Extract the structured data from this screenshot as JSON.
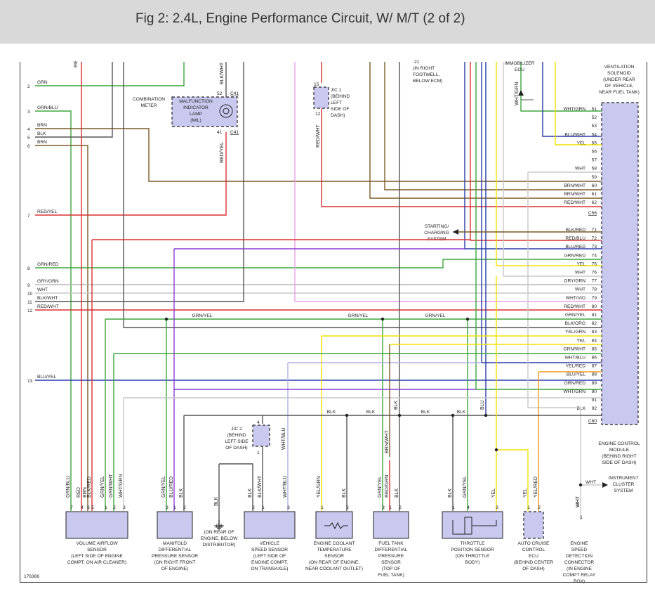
{
  "title": "Fig 2: 2.4L, Engine Performance Circuit, W/ M/T (2 of 2)",
  "figure_number": "176366",
  "colors": {
    "GRN": "#3da63d",
    "BLU": "#2b3ba8",
    "RED": "#d93030",
    "BRN": "#7a5a25",
    "BLK": "#555555",
    "WHT": "#c8c8c8",
    "YEL": "#f2e200",
    "VIO": "#8a3bd6",
    "ORG": "#f59a1a",
    "PNK": "#e6a2e6",
    "GRY": "#b8b8b8"
  },
  "left_wires": [
    {
      "pin": "2",
      "label": "GRN"
    },
    {
      "pin": "3",
      "label": "GRN/BLU"
    },
    {
      "pin": "4",
      "label": "BRN"
    },
    {
      "pin": "5",
      "label": "BLK"
    },
    {
      "pin": "6",
      "label": "BRN"
    },
    {
      "pin": "7",
      "label": "RED/YEL"
    },
    {
      "pin": "8",
      "label": "GRN/RED"
    },
    {
      "pin": "9",
      "label": "GRY/GRN"
    },
    {
      "pin": "10",
      "label": "WHT"
    },
    {
      "pin": "11",
      "label": "BLK/WHT"
    },
    {
      "pin": "12",
      "label": "RED/WHT"
    },
    {
      "pin": "13",
      "label": "BLU/YEL"
    }
  ],
  "ecm": {
    "connector_top_pins": [
      {
        "pin": "51",
        "label": "WHT/GRN"
      },
      {
        "pin": "52",
        "label": ""
      },
      {
        "pin": "53",
        "label": ""
      },
      {
        "pin": "54",
        "label": "BLU/WHT"
      },
      {
        "pin": "55",
        "label": "YEL"
      },
      {
        "pin": "56",
        "label": ""
      },
      {
        "pin": "57",
        "label": ""
      },
      {
        "pin": "58",
        "label": "WHT"
      },
      {
        "pin": "59",
        "label": ""
      },
      {
        "pin": "60",
        "label": "BRN/WHT"
      },
      {
        "pin": "61",
        "label": "BRN/WHT"
      },
      {
        "pin": "62",
        "label": "RED/WHT"
      }
    ],
    "c56": "C56",
    "connector_bottom_pins": [
      {
        "pin": "71",
        "label": "BLK/RED"
      },
      {
        "pin": "72",
        "label": "RED/BLU"
      },
      {
        "pin": "73",
        "label": "BLU/RED"
      },
      {
        "pin": "74",
        "label": "GRN/RED"
      },
      {
        "pin": "75",
        "label": "YEL"
      },
      {
        "pin": "76",
        "label": "WHT"
      },
      {
        "pin": "77",
        "label": "GRY/GRN"
      },
      {
        "pin": "78",
        "label": "WHT"
      },
      {
        "pin": "79",
        "label": "WHT/VIO"
      },
      {
        "pin": "80",
        "label": "RED/WHT"
      },
      {
        "pin": "81",
        "label": "GRN/YEL"
      },
      {
        "pin": "82",
        "label": "BLK/ORG"
      },
      {
        "pin": "83",
        "label": "YEL/GRN"
      },
      {
        "pin": "84",
        "label": "YEL"
      },
      {
        "pin": "85",
        "label": "GRN/WHT"
      },
      {
        "pin": "86",
        "label": "WHT/BLU"
      },
      {
        "pin": "87",
        "label": "YEL/RED"
      },
      {
        "pin": "88",
        "label": "BLU/YEL"
      },
      {
        "pin": "89",
        "label": "GRN/RED"
      },
      {
        "pin": "90",
        "label": "WHT/GRN"
      },
      {
        "pin": "91",
        "label": ""
      },
      {
        "pin": "92",
        "label": "BLK"
      }
    ],
    "c60": "C60",
    "name": [
      "ENGINE CONTROL",
      "MODULE",
      "(BEHIND RIGHT",
      "SIDE OF DASH)"
    ]
  },
  "ventilation_solenoid": [
    "VENTILATION",
    "SOLENOID",
    "(UNDER REAR",
    "OF VEHICLE,",
    "NEAR FUEL TANK)"
  ],
  "immobilizer": [
    "IMMOBILIZER",
    "ECU"
  ],
  "immobilizer_wire": "WHT/GRN",
  "starting_charging": [
    "STARTING/",
    "CHARGING",
    "SYSTEM"
  ],
  "instrument_cluster": [
    "INSTRUMENT",
    "CLUSTER",
    "SYSTEM"
  ],
  "right_footwell": [
    "(IN RIGHT",
    "FOOTWELL,",
    "BELOW ECM)"
  ],
  "combination_meter": {
    "label": [
      "COMBINATION",
      "METER"
    ],
    "lamp": [
      "MALFUNCTION",
      "INDICATOR",
      "LAMP",
      "(MIL)"
    ],
    "pin_top": "52",
    "conn_top": "C41",
    "pin_bottom": "41",
    "conn_bottom": "C41",
    "wire_top": "BLK/WHT",
    "wire_bottom": "RED/YEL"
  },
  "jc1": {
    "name": "J/C 1",
    "desc": [
      "(BEHIND",
      "LEFT",
      "SIDE OF",
      "DASH)"
    ],
    "pin_top": "15",
    "pin_bottom": "12",
    "wire": "RED/WHT"
  },
  "jc2": {
    "name": "J/C 2",
    "desc": [
      "(BEHIND",
      "LEFT SIDE",
      "OF DASH)"
    ],
    "pin_top": "4",
    "pin_bottom": "1"
  },
  "bus_labels": {
    "grn_yel": "GRN/YEL",
    "blk": "BLK",
    "blu": "BLU",
    "brn_wht": "BRN/WHT",
    "wht_blu": "WHT/BLU",
    "blk_vert": "BLK"
  },
  "components": [
    {
      "id": "vaf",
      "wires": [
        "GRN/BLU",
        "RED",
        "BRN",
        "BLK/RED",
        "GRN/YEL",
        "GRN/WHT",
        "WHT/GRN"
      ],
      "pins": [
        "7",
        "4",
        "6",
        "5",
        "1",
        "2",
        "3"
      ],
      "name": [
        "VOLUME AIRFLOW",
        "SENSOR",
        "(LEFT SIDE OF ENGINE",
        "COMPT, ON AIR CLEANER)"
      ]
    },
    {
      "id": "mdp",
      "wires": [
        "GRN/YEL",
        "BLU/RED",
        "BLK"
      ],
      "pins": [
        "3",
        "1",
        "2"
      ],
      "name": [
        "MANIFOLD",
        "DIFFERENTIAL",
        "PRESSURE SENSOR",
        "(ON RIGHT FRONT",
        "OF ENGINE)"
      ]
    },
    {
      "id": "g4",
      "wires": [
        "BLK"
      ],
      "pins": [],
      "name": [
        "G4",
        "(ON REAR OF",
        "ENGINE, BELOW",
        "DISTRIBUTOR)"
      ]
    },
    {
      "id": "vss",
      "wires": [
        "BLK",
        "BLK/WHT",
        "WHT/BLU"
      ],
      "pins": [
        "2",
        "1",
        "3"
      ],
      "name": [
        "VEHICLE",
        "SPEED SENSOR",
        "(LEFT SIDE OF",
        "ENGINE COMPT,",
        "ON TRANSAXLE)"
      ]
    },
    {
      "id": "ect",
      "wires": [
        "YEL/GRN",
        "BLK"
      ],
      "pins": [
        "1",
        "2"
      ],
      "name": [
        "ENGINE COOLANT",
        "TEMPERATURE",
        "SENSOR",
        "(ON REAR OF ENGINE,",
        "NEAR COOLANT OUTLET)"
      ]
    },
    {
      "id": "ftdp",
      "wires": [
        "GRN/YEL",
        "RED/GRN",
        "BLK"
      ],
      "pins": [
        "3",
        "1",
        "2"
      ],
      "name": [
        "FUEL TANK",
        "DIFFERENTIAL",
        "PRESSURE",
        "SENSOR",
        "(TOP OF",
        "FUEL TANK)"
      ]
    },
    {
      "id": "tps",
      "wires": [
        "BLK",
        "GRN/YEL",
        "YEL"
      ],
      "pins": [
        "1",
        "4",
        "3"
      ],
      "name": [
        "THROTTLE",
        "POSITION SENSOR",
        "(ON THROTTLE",
        "BODY)"
      ]
    },
    {
      "id": "acc",
      "wires": [
        "YEL",
        "YEL/RED"
      ],
      "pins": [
        "1",
        "2"
      ],
      "name": [
        "AUTO CRUISE",
        "CONTROL",
        "ECU",
        "(BEHIND CENTER",
        "OF DASH)"
      ]
    },
    {
      "id": "esd",
      "wires": [
        "WHT",
        "WHT"
      ],
      "pins": [
        "1"
      ],
      "name": [
        "ENGINE",
        "SPEED",
        "DETECTION",
        "CONNECTOR",
        "(IN ENGINE",
        "COMPT RELAY",
        "BOX)"
      ]
    }
  ],
  "top_cut_labels": {
    "re": "RE",
    "pink_top": "21"
  },
  "instrument_wire": "WHT"
}
